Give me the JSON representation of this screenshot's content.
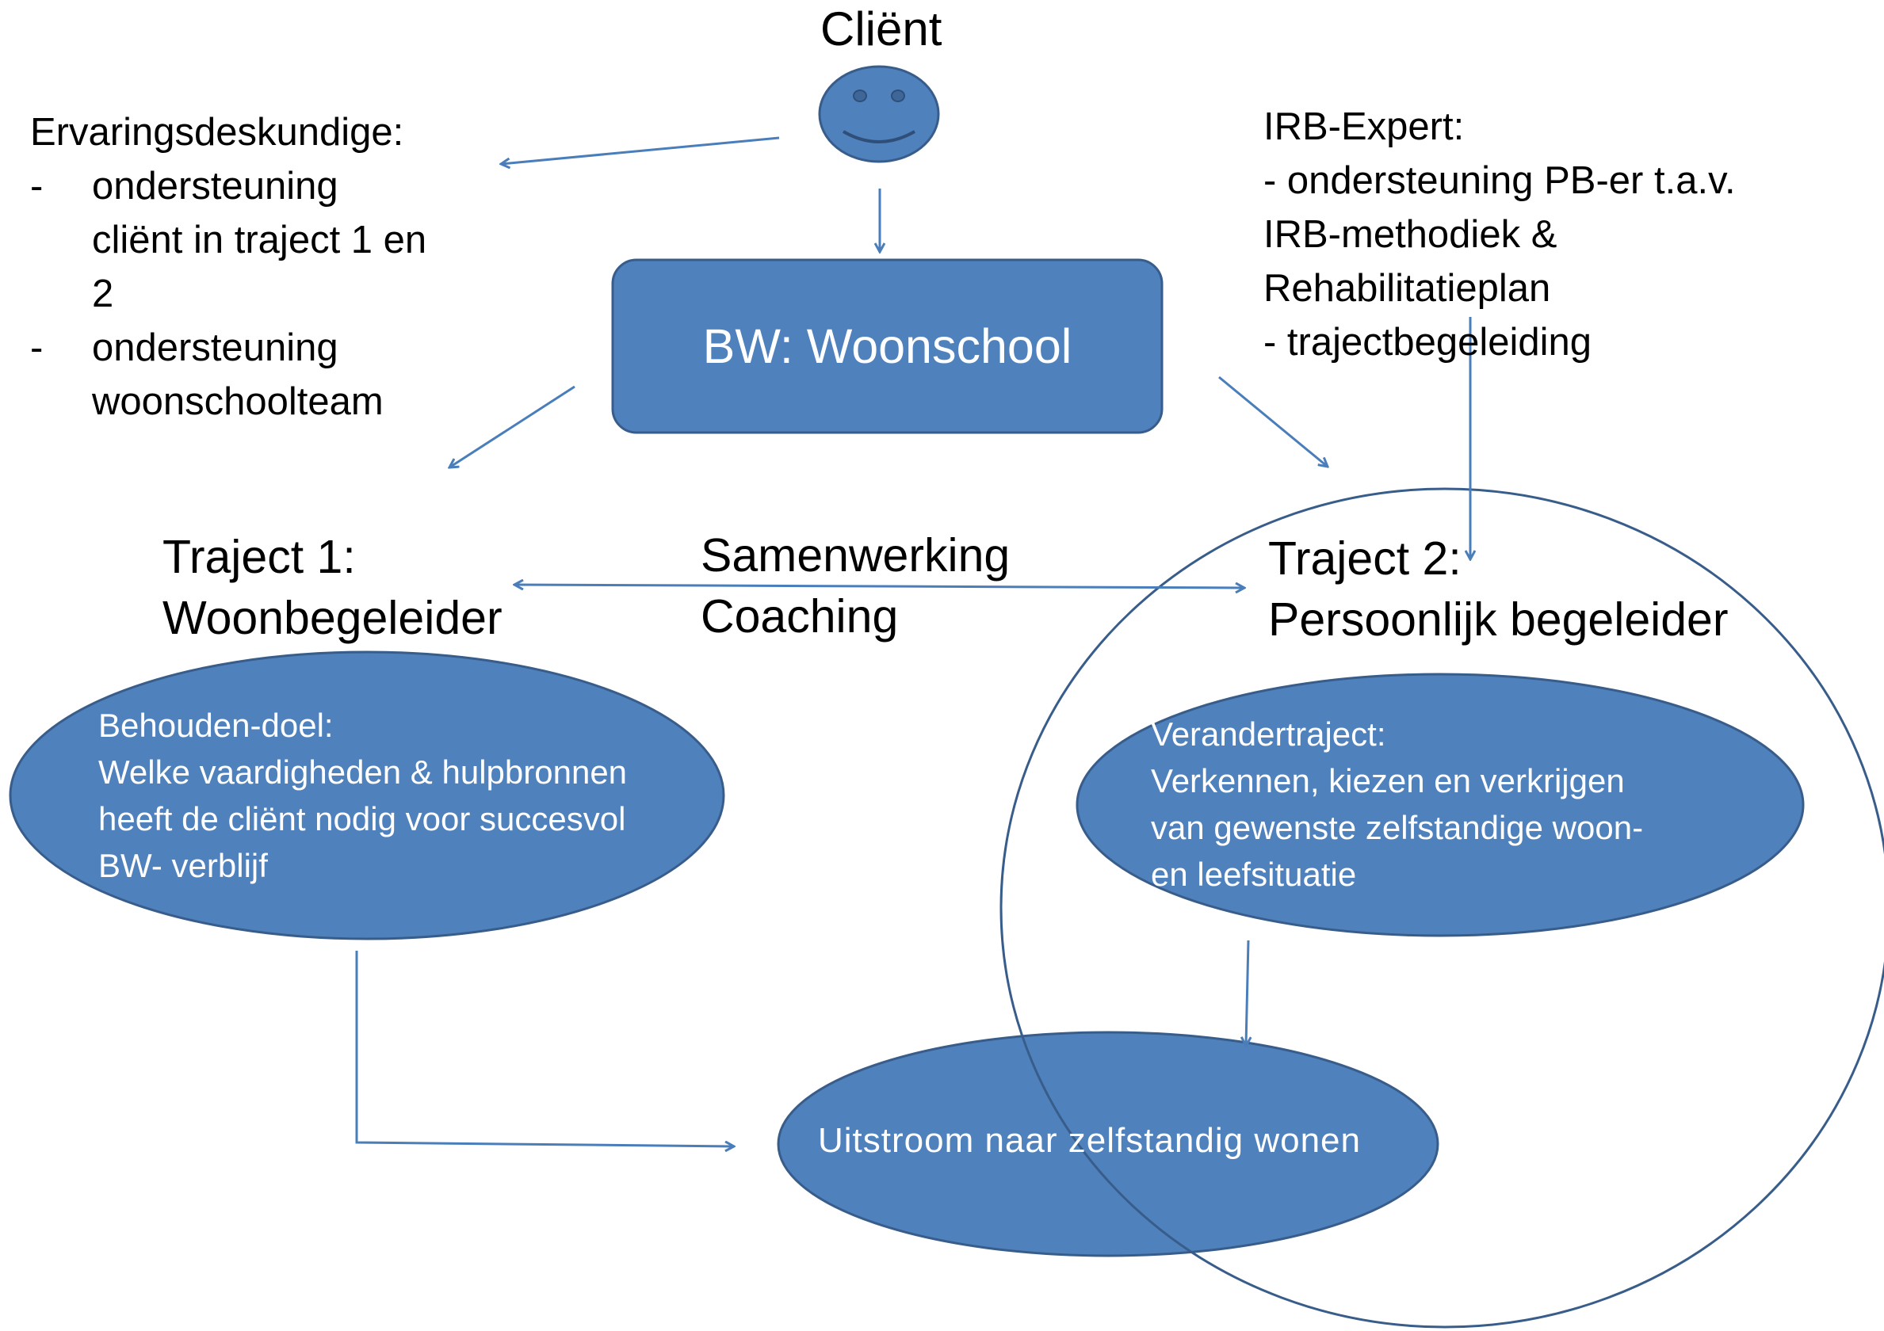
{
  "client": {
    "label": "Cliënt"
  },
  "woonschool": {
    "label": "BW: Woonschool"
  },
  "ervaringsdeskundige": {
    "title": "Ervaringsdeskundige:",
    "bullet_1_line_1": "ondersteuning",
    "bullet_1_line_2": "cliënt in traject 1 en",
    "bullet_1_line_3": "2",
    "bullet_2_line_1": "ondersteuning",
    "bullet_2_line_2": "woonschoolteam",
    "bullet_marker": "-"
  },
  "irb_expert": {
    "title": "IRB-Expert:",
    "line_1": "- ondersteuning PB-er t.a.v.",
    "line_2": "IRB-methodiek &",
    "line_3": "Rehabilitatieplan",
    "line_4": "- trajectbegeleiding"
  },
  "traject_1": {
    "line_1": "Traject 1:",
    "line_2": "Woonbegeleider"
  },
  "traject_2": {
    "line_1": "Traject 2:",
    "line_2": "Persoonlijk begeleider"
  },
  "samenwerking": {
    "line_1": "Samenwerking",
    "line_2": "Coaching"
  },
  "behouden_doel": {
    "line_1": "Behouden-doel:",
    "line_2": "Welke vaardigheden & hulpbronnen",
    "line_3": "heeft de cliënt nodig voor succesvol",
    "line_4": "BW- verblijf"
  },
  "verandertraject": {
    "line_1": "Verandertraject:",
    "line_2": "Verkennen, kiezen en verkrijgen",
    "line_3": "van gewenste zelfstandige woon-",
    "line_4": "en leefsituatie"
  },
  "uitstroom": {
    "label": "Uitstroom naar zelfstandig wonen"
  },
  "colors": {
    "shape_fill": "#4f81bd",
    "shape_stroke": "#385d8a",
    "arrow": "#4a7ebb",
    "text_on_shape": "#ffffff",
    "text": "#000000"
  }
}
